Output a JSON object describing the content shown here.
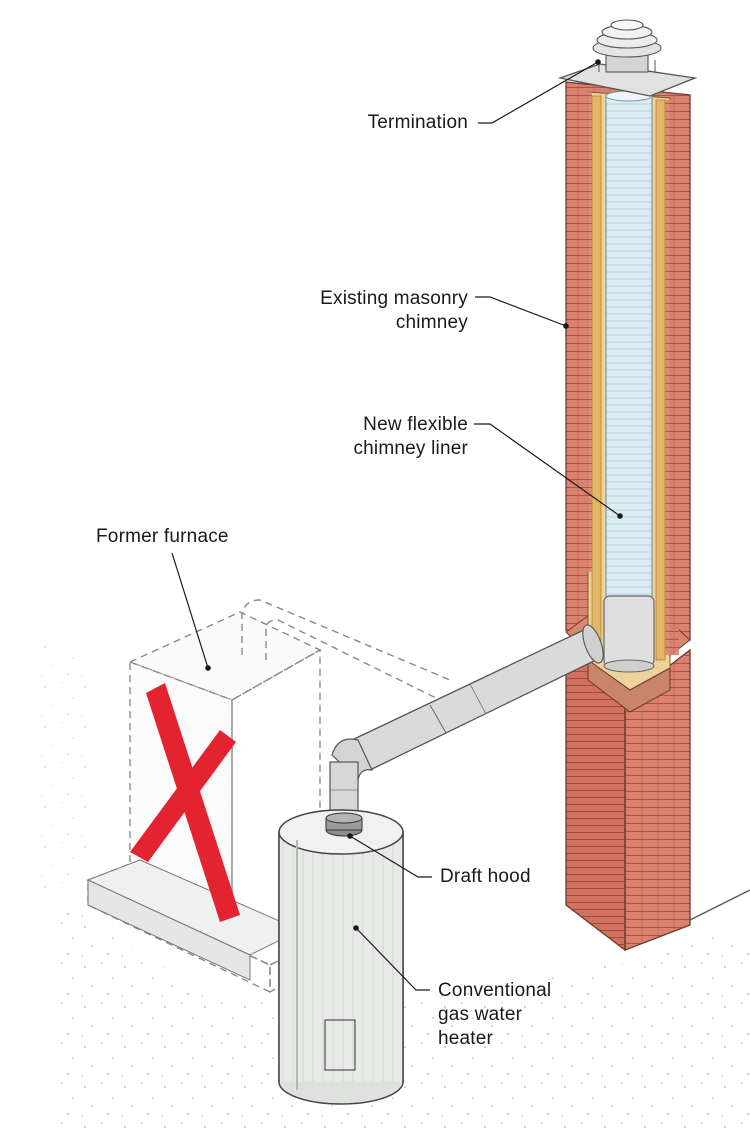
{
  "labels": {
    "termination": "Termination",
    "existing_chimney": "Existing masonry\nchimney",
    "flexible_liner": "New flexible\nchimney liner",
    "former_furnace": "Former furnace",
    "draft_hood": "Draft hood",
    "water_heater": "Conventional\ngas water\nheater"
  },
  "colors": {
    "brick": "#d9826f",
    "brick_lines": "#b2503e",
    "liner": "#d9ebf3",
    "insulation": "#e8c583",
    "metal": "#d7d8d8",
    "heater": "#e6e8e6",
    "x_mark": "#e3232f",
    "dashed_outline": "#8a8a8a"
  }
}
